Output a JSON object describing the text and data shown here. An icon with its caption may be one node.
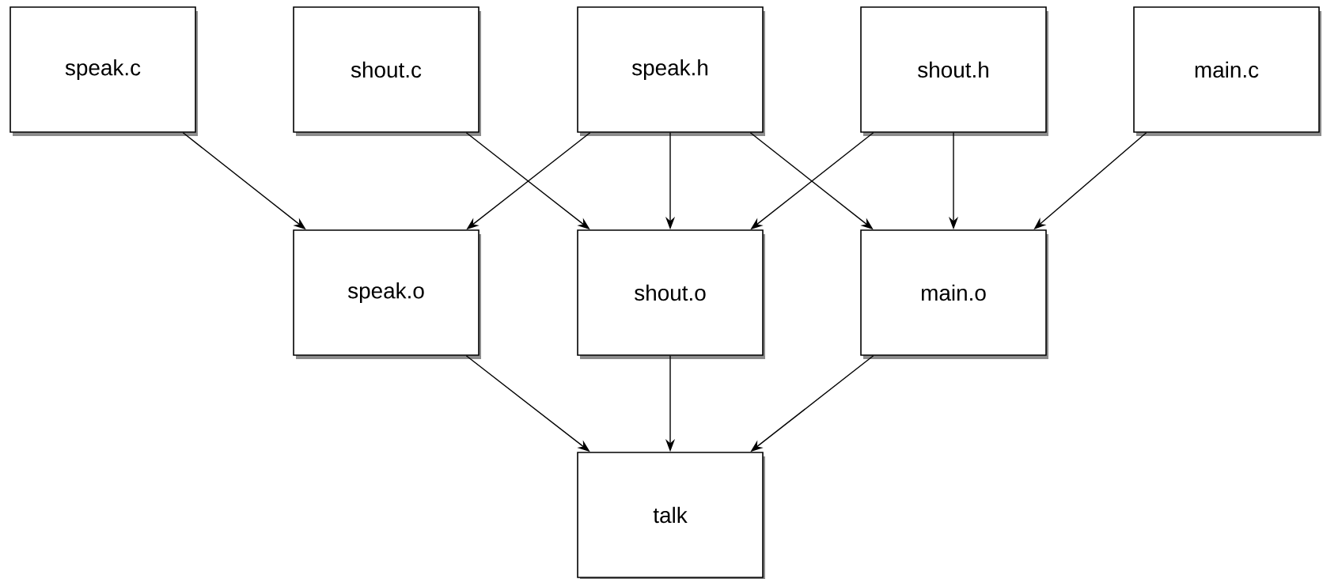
{
  "diagram": {
    "nodes": [
      {
        "text": [
          "speak.c"
        ]
      },
      {
        "text": [
          "shout.c"
        ]
      },
      {
        "text": [
          "speak.h"
        ]
      },
      {
        "text": [
          "shout.h"
        ]
      },
      {
        "text": [
          "main.c"
        ]
      },
      {
        "text": [
          "speak.o"
        ]
      },
      {
        "text": [
          "shout.o"
        ]
      },
      {
        "text": [
          "main.o"
        ]
      },
      {
        "text": [
          "talk"
        ]
      }
    ],
    "edges": [
      {
        "from": 0,
        "to": 5,
        "arrow": "to"
      },
      {
        "from": 1,
        "to": 6,
        "arrow": "to"
      },
      {
        "from": 2,
        "to": 5,
        "arrow": "to"
      },
      {
        "from": 2,
        "to": 6,
        "arrow": "to"
      },
      {
        "from": 2,
        "to": 7,
        "arrow": "to"
      },
      {
        "from": 3,
        "to": 6,
        "arrow": "to"
      },
      {
        "from": 3,
        "to": 7,
        "arrow": "to"
      },
      {
        "from": 4,
        "to": 7,
        "arrow": "to"
      },
      {
        "from": 5,
        "to": 8,
        "arrow": "to"
      },
      {
        "from": 6,
        "to": 8,
        "arrow": "to"
      },
      {
        "from": 7,
        "to": 8,
        "arrow": "to"
      }
    ]
  }
}
